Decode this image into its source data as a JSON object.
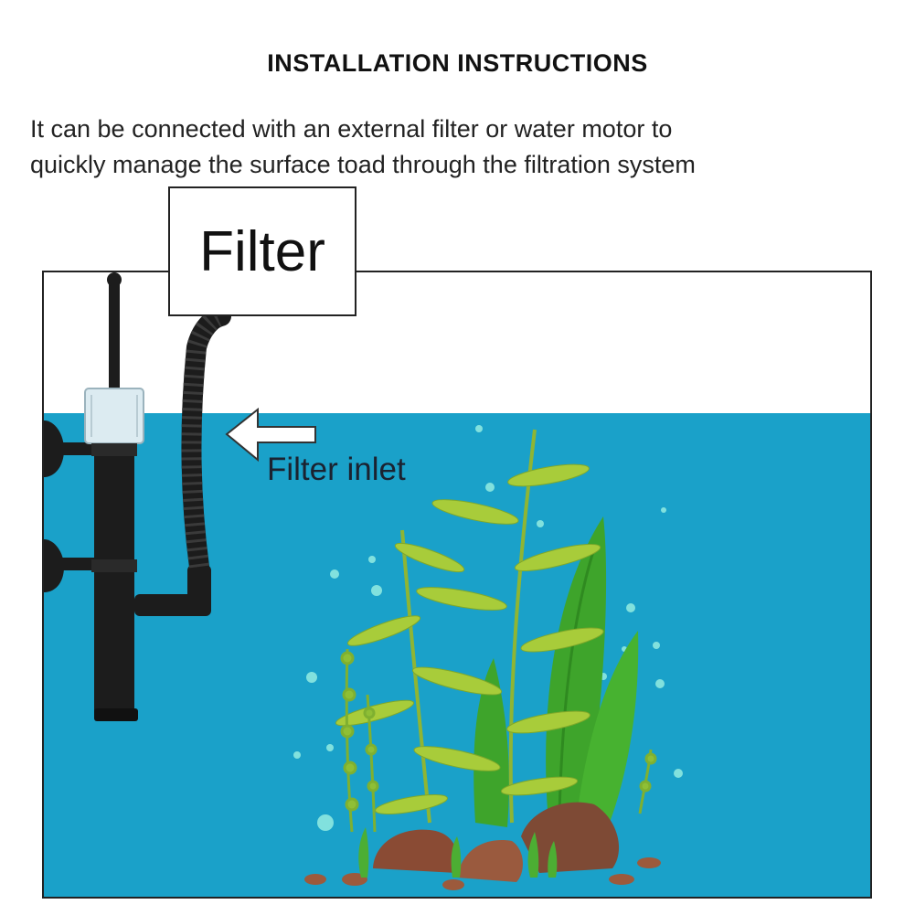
{
  "title": "INSTALLATION INSTRUCTIONS",
  "description": {
    "line1": "It can be connected with an external filter or water motor to",
    "line2": "quickly manage the surface toad through the filtration system"
  },
  "labels": {
    "filter": "Filter",
    "filter_inlet": "Filter inlet"
  },
  "colors": {
    "water": "#1aa1c9",
    "plant_light": "#a8cc3a",
    "plant_dark": "#3ea42b",
    "rock": "#8a4b34",
    "device": "#1c1c1c"
  }
}
